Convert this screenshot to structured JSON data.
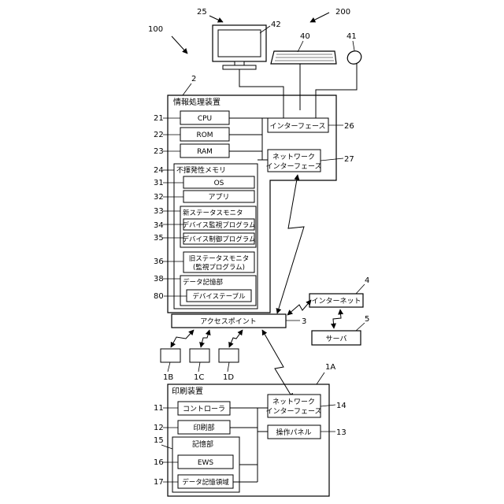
{
  "system_labels": {
    "system_100": "100",
    "system_200": "200",
    "monitor": "25",
    "monitor_screen": "42",
    "keyboard": "40",
    "mouse": "41"
  },
  "pc": {
    "ref": "2",
    "title": "情報処理装置",
    "cpu": {
      "ref": "21",
      "label": "CPU"
    },
    "rom": {
      "ref": "22",
      "label": "ROM"
    },
    "ram": {
      "ref": "23",
      "label": "RAM"
    },
    "interface": {
      "ref": "26",
      "label": "インターフェース"
    },
    "net_interface": {
      "ref": "27",
      "line1": "ネットワーク",
      "line2": "インターフェース"
    },
    "nvm": {
      "ref": "24",
      "title": "不揮発性メモリ",
      "os": {
        "ref": "31",
        "label": "OS"
      },
      "app": {
        "ref": "32",
        "label": "アプリ"
      },
      "new_monitor": {
        "ref": "33",
        "title": "新ステータスモニタ",
        "device_monitor_program": {
          "ref": "34",
          "label": "デバイス監視プログラム"
        },
        "device_control_program": {
          "ref": "35",
          "label": "デバイス制御プログラム"
        }
      },
      "old_monitor": {
        "ref": "36",
        "line1": "旧ステータスモニタ",
        "line2": "(監視プログラム)"
      },
      "data_storage": {
        "ref": "38",
        "title": "データ記憶部",
        "device_table": {
          "ref": "80",
          "label": "デバイステーブル"
        }
      }
    }
  },
  "network": {
    "access_point": {
      "ref": "3",
      "label": "アクセスポイント"
    },
    "internet": {
      "ref": "4",
      "label": "インターネット"
    },
    "server": {
      "ref": "5",
      "label": "サーバ"
    },
    "devices": [
      {
        "ref": "1B"
      },
      {
        "ref": "1C"
      },
      {
        "ref": "1D"
      }
    ]
  },
  "printer": {
    "ref": "1A",
    "title": "印刷装置",
    "controller": {
      "ref": "11",
      "label": "コントローラ"
    },
    "print_unit": {
      "ref": "12",
      "label": "印刷部"
    },
    "storage": {
      "ref": "15",
      "title": "記憶部",
      "ews": {
        "ref": "16",
        "label": "EWS"
      },
      "data_area": {
        "ref": "17",
        "label": "データ記憶領域"
      }
    },
    "net_interface": {
      "ref": "14",
      "line1": "ネットワーク",
      "line2": "インターフェース"
    },
    "operation_panel": {
      "ref": "13",
      "label": "操作パネル"
    }
  }
}
